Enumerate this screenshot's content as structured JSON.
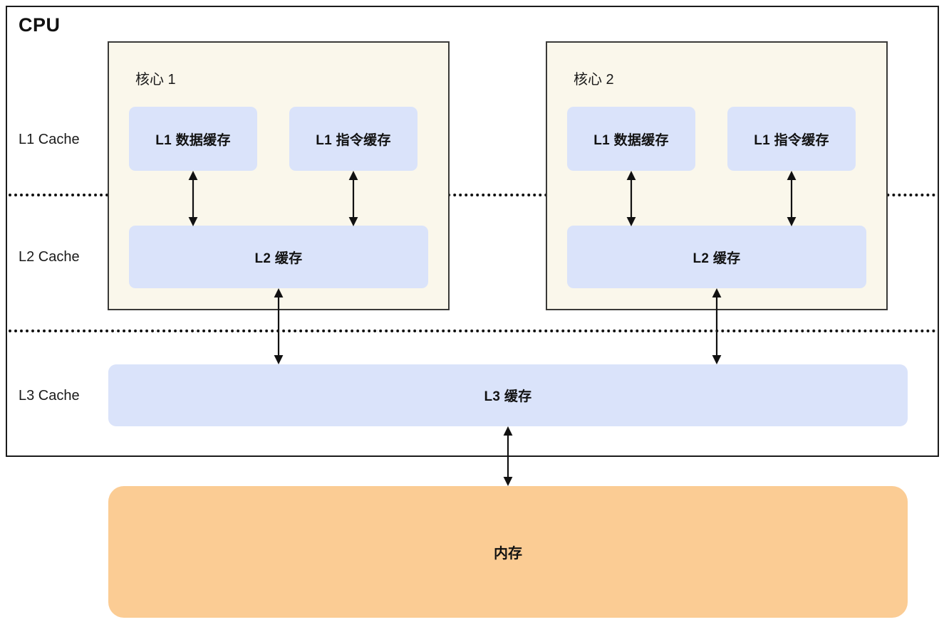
{
  "diagram": {
    "title": "CPU",
    "level_labels": [
      {
        "name": "l1-cache-level-label",
        "text": "L1 Cache"
      },
      {
        "name": "l2-cache-level-label",
        "text": "L2 Cache"
      },
      {
        "name": "l3-cache-level-label",
        "text": "L3 Cache"
      }
    ],
    "cores": [
      {
        "title": "核心 1",
        "l1_data": "L1 数据缓存",
        "l1_instruction": "L1 指令缓存",
        "l2": "L2 缓存"
      },
      {
        "title": "核心 2",
        "l1_data": "L1 数据缓存",
        "l1_instruction": "L1 指令缓存",
        "l2": "L2 缓存"
      }
    ],
    "shared": {
      "l3": "L3 缓存",
      "memory": "内存"
    },
    "colors": {
      "cache_fill": "#dae3fa",
      "core_fill": "#faf7eb",
      "memory_fill": "#fbcc94",
      "stroke": "#1b1b1b",
      "core_stroke": "#3a3a38",
      "page_background": "#ffffff"
    }
  }
}
